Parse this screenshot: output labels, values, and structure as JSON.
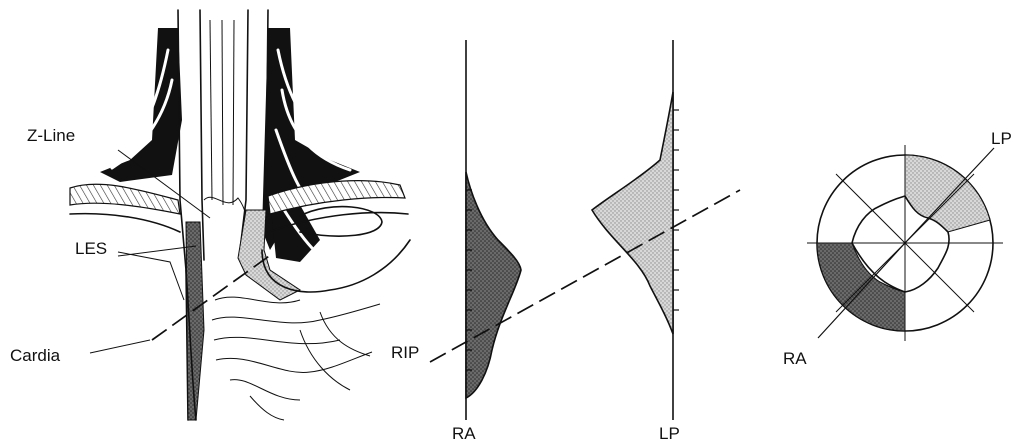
{
  "anatomy": {
    "labels": {
      "z_line": "Z-Line",
      "les": "LES",
      "cardia": "Cardia"
    }
  },
  "pressure_profile": {
    "left_axis_label": "RA",
    "right_axis_label": "LP",
    "point_label": "RIP"
  },
  "cross_section": {
    "top_right_label": "LP",
    "bottom_left_label": "RA"
  },
  "colors": {
    "ink": "#111111",
    "dark_shade": "#555555",
    "light_shade": "#c8c8c8"
  }
}
